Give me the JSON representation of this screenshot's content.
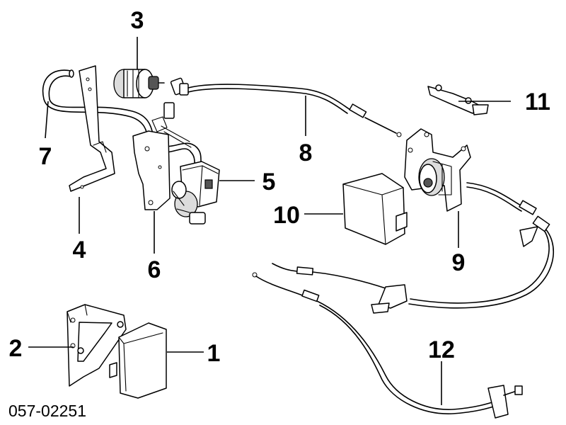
{
  "callouts": {
    "c1": "1",
    "c2": "2",
    "c3": "3",
    "c4": "4",
    "c5": "5",
    "c6": "6",
    "c7": "7",
    "c8": "8",
    "c9": "9",
    "c10": "10",
    "c11": "11",
    "c12": "12"
  },
  "diagram_code": "057-02251"
}
